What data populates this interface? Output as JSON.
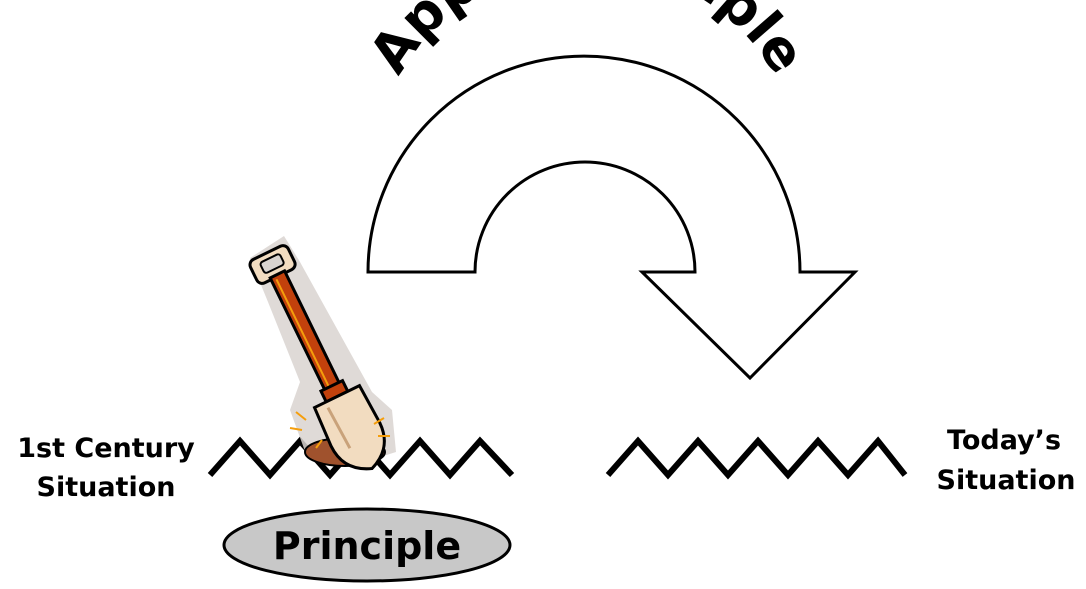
{
  "title": "Apply Principle",
  "left_label": {
    "line1": "1st Century",
    "line2": "Situation"
  },
  "right_label": {
    "line1": "Today’s",
    "line2": "Situation"
  },
  "principle_label": "Principle",
  "colors": {
    "ink": "#000000",
    "background": "#ffffff",
    "ellipse_fill": "#c8c8c8",
    "shovel_handle": "#c2410c",
    "shovel_blade": "#f2dcc0",
    "dirt": "#a0522d",
    "sparkle": "#f59e0b",
    "shovel_halo": "#d9d4d0"
  },
  "icons": {
    "shovel": "shovel-icon",
    "arrow": "curved-arrow-icon",
    "ground": "zigzag-ground-icon"
  }
}
